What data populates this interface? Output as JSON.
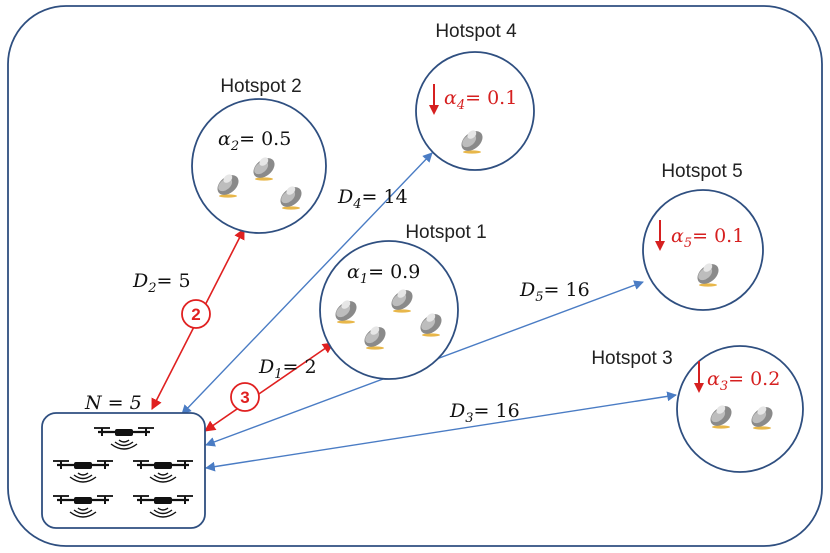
{
  "hotspots": [
    {
      "id": 1,
      "title": "Hotspot 1",
      "alpha_sym": "α",
      "alpha_sub": "1",
      "alpha_val": "= 0.9",
      "reduced": false,
      "distance_sym": "D",
      "distance_sub": "1",
      "distance_val": "= 2",
      "users": 4
    },
    {
      "id": 2,
      "title": "Hotspot 2",
      "alpha_sym": "α",
      "alpha_sub": "2",
      "alpha_val": "= 0.5",
      "reduced": false,
      "distance_sym": "D",
      "distance_sub": "2",
      "distance_val": "= 5",
      "users": 3
    },
    {
      "id": 3,
      "title": "Hotspot 3",
      "alpha_sym": "α",
      "alpha_sub": "3",
      "alpha_val": "= 0.2",
      "reduced": true,
      "distance_sym": "D",
      "distance_sub": "3",
      "distance_val": "= 16",
      "users": 2
    },
    {
      "id": 4,
      "title": "Hotspot 4",
      "alpha_sym": "α",
      "alpha_sub": "4",
      "alpha_val": "= 0.1",
      "reduced": true,
      "distance_sym": "D",
      "distance_sub": "4",
      "distance_val": "= 14",
      "users": 1
    },
    {
      "id": 5,
      "title": "Hotspot 5",
      "alpha_sym": "α",
      "alpha_sub": "5",
      "alpha_val": "= 0.1",
      "reduced": true,
      "distance_sym": "D",
      "distance_sub": "5",
      "distance_val": "= 16",
      "users": 1
    }
  ],
  "base": {
    "label": "N = 5",
    "drones": 5
  },
  "assignments": [
    {
      "to_hotspot": 2,
      "count": "2"
    },
    {
      "to_hotspot": 1,
      "count": "3"
    }
  ],
  "colors": {
    "frame": "#2f4f80",
    "assigned": "#e02020",
    "unassigned": "#4a7cc4",
    "reduced_alpha": "#d62020"
  }
}
